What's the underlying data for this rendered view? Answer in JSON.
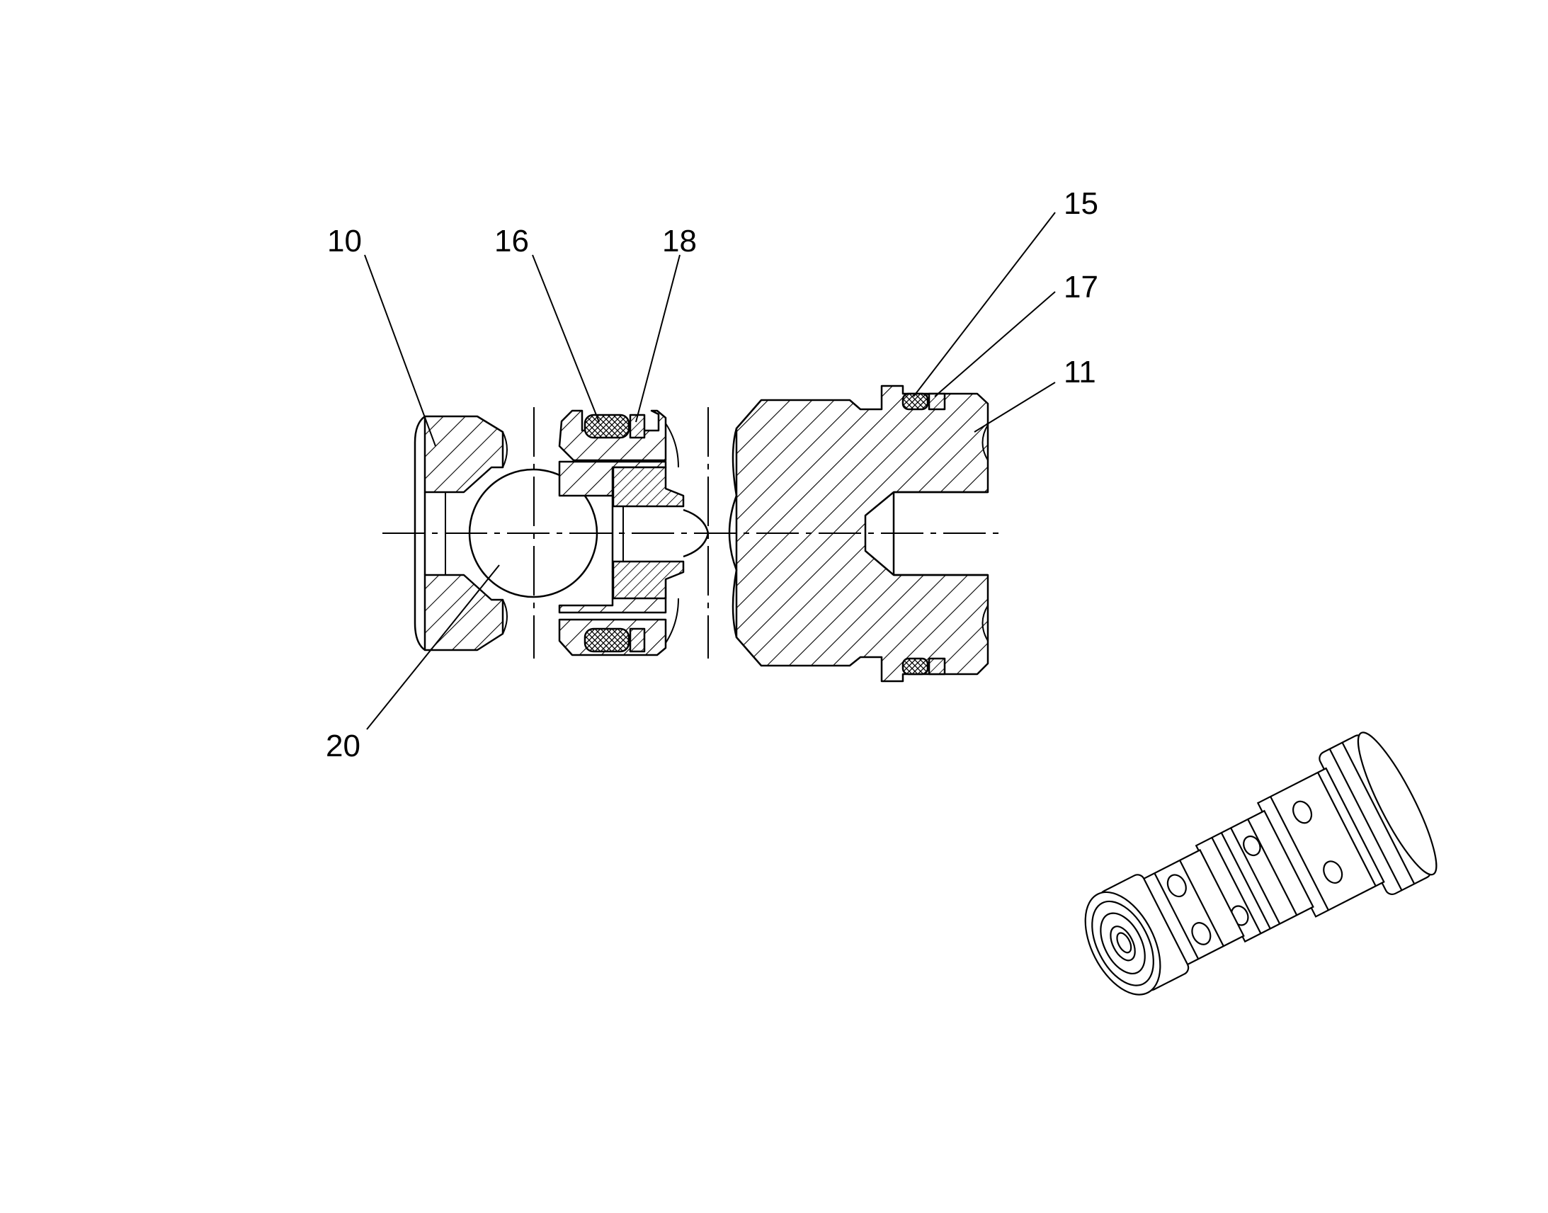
{
  "callouts": {
    "c10": "10",
    "c16": "16",
    "c18": "18",
    "c15": "15",
    "c17": "17",
    "c11": "11",
    "c20": "20"
  },
  "colors": {
    "ink": "#000000",
    "paper": "#ffffff"
  }
}
